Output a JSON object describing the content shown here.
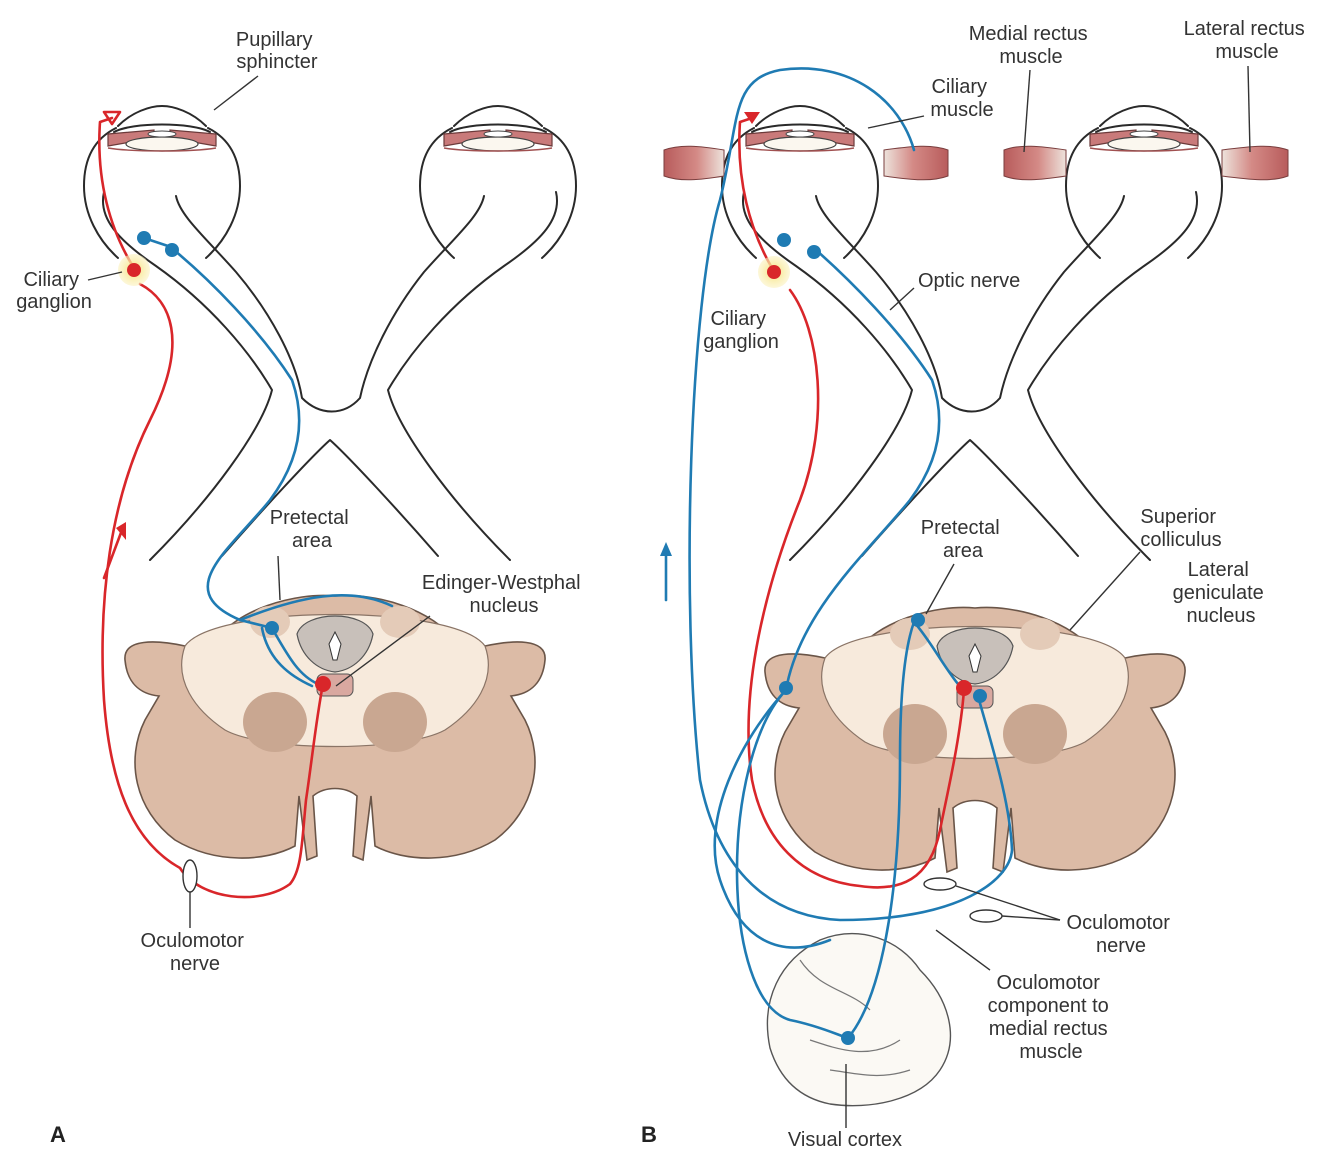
{
  "colors": {
    "parasympathetic_red": "#d9262a",
    "afferent_blue": "#1f7bb3",
    "brainstem_fill": "#f7eadc",
    "brainstem_outer": "#dcbba6",
    "nucleus_fill": "#c9a791",
    "ganglion_glow": "#f8e88a",
    "muscle_red": "#c46a6a"
  },
  "panel_a": {
    "letter": "A",
    "labels": {
      "pupillary_sphincter": [
        "Pupillary",
        "sphincter"
      ],
      "ciliary_ganglion": [
        "Ciliary",
        "ganglion"
      ],
      "pretectal_area": [
        "Pretectal",
        "area"
      ],
      "edinger_westphal": [
        "Edinger-Westphal",
        "nucleus"
      ],
      "oculomotor_nerve": [
        "Oculomotor",
        "nerve"
      ]
    }
  },
  "panel_b": {
    "letter": "B",
    "labels": {
      "medial_rectus": [
        "Medial rectus",
        "muscle"
      ],
      "lateral_rectus": [
        "Lateral rectus",
        "muscle"
      ],
      "ciliary_muscle": [
        "Ciliary",
        "muscle"
      ],
      "optic_nerve": [
        "Optic nerve"
      ],
      "ciliary_ganglion": [
        "Ciliary",
        "ganglion"
      ],
      "pretectal_area": [
        "Pretectal",
        "area"
      ],
      "superior_colliculus": [
        "Superior",
        "colliculus"
      ],
      "lateral_geniculate": [
        "Lateral",
        "geniculate",
        "nucleus"
      ],
      "oculomotor_nerve": [
        "Oculomotor",
        "nerve"
      ],
      "oculomotor_component": [
        "Oculomotor",
        "component to",
        "medial rectus",
        "muscle"
      ],
      "visual_cortex": [
        "Visual cortex"
      ]
    }
  }
}
